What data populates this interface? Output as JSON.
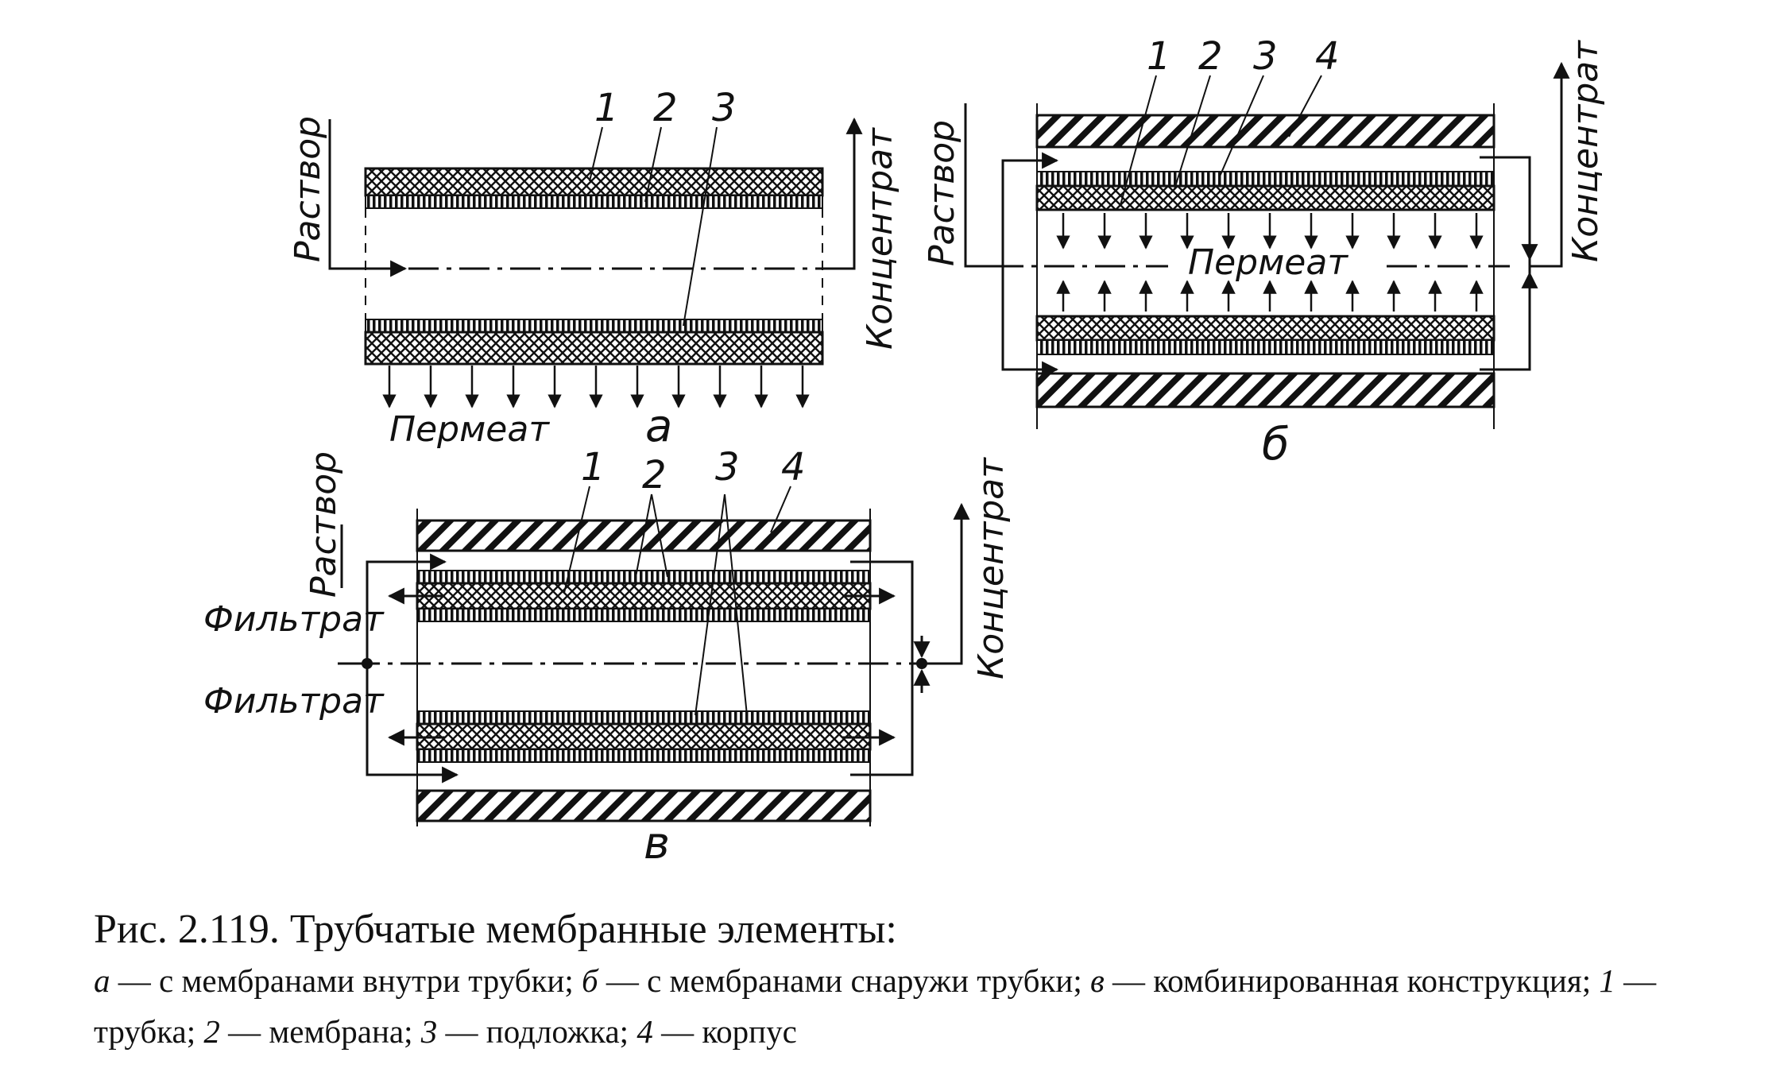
{
  "diagram_a": {
    "labels": {
      "n1": "1",
      "n2": "2",
      "n3": "3"
    },
    "inlet": "Раствор",
    "outlet": "Концентрат",
    "permeate": "Пермеат",
    "letter": "а"
  },
  "diagram_b": {
    "labels": {
      "n1": "1",
      "n2": "2",
      "n3": "3",
      "n4": "4"
    },
    "inlet": "Раствор",
    "outlet": "Концентрат",
    "permeate": "Пермеат",
    "letter": "б"
  },
  "diagram_c": {
    "labels": {
      "n1": "1",
      "n2": "2",
      "n3": "3",
      "n4": "4"
    },
    "inlet": "Раствор",
    "outlet": "Концентрат",
    "filtrate_top": "Фильтрат",
    "filtrate_bottom": "Фильтрат",
    "letter": "в"
  },
  "caption": {
    "title": "Рис. 2.119. Трубчатые мембранные элементы:",
    "legend": [
      {
        "key": "а",
        "text": " — с мембранами внутри трубки; "
      },
      {
        "key": "б",
        "text": " — с мембранами снаружи трубки; "
      },
      {
        "key": "в",
        "text": " — комбинированная конструкция; "
      },
      {
        "key": "1",
        "text": " — трубка; "
      },
      {
        "key": "2",
        "text": " — мембрана; "
      },
      {
        "key": "3",
        "text": " — подложка; "
      },
      {
        "key": "4",
        "text": " — корпус"
      }
    ]
  }
}
